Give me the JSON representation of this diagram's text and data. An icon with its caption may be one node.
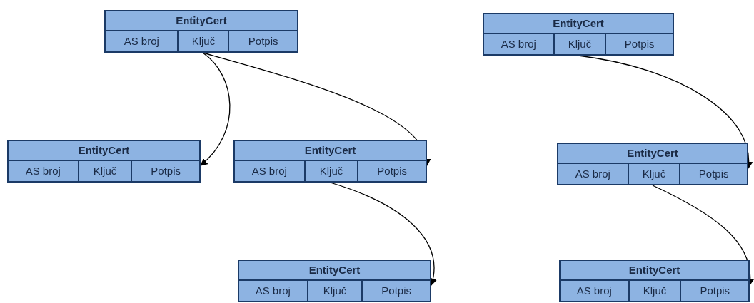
{
  "diagram": {
    "nodes": [
      {
        "text": [
          "EntityCert",
          "AS broj",
          "Ključ",
          "Potpis"
        ]
      },
      {
        "text": [
          "EntityCert",
          "AS broj",
          "Ključ",
          "Potpis"
        ]
      },
      {
        "text": [
          "EntityCert",
          "AS broj",
          "Ključ",
          "Potpis"
        ]
      },
      {
        "text": [
          "EntityCert",
          "AS broj",
          "Ključ",
          "Potpis"
        ]
      },
      {
        "text": [
          "EntityCert",
          "AS broj",
          "Ključ",
          "Potpis"
        ]
      },
      {
        "text": [
          "EntityCert",
          "AS broj",
          "Ključ",
          "Potpis"
        ]
      },
      {
        "text": [
          "EntityCert",
          "AS broj",
          "Ključ",
          "Potpis"
        ]
      }
    ],
    "edges": [
      {
        "from": 0,
        "to": 1,
        "arrow": "to"
      },
      {
        "from": 0,
        "to": 2,
        "arrow": "to"
      },
      {
        "from": 2,
        "to": 3,
        "arrow": "to"
      },
      {
        "from": 4,
        "to": 5,
        "arrow": "to"
      },
      {
        "from": 5,
        "to": 6,
        "arrow": "to"
      }
    ]
  }
}
